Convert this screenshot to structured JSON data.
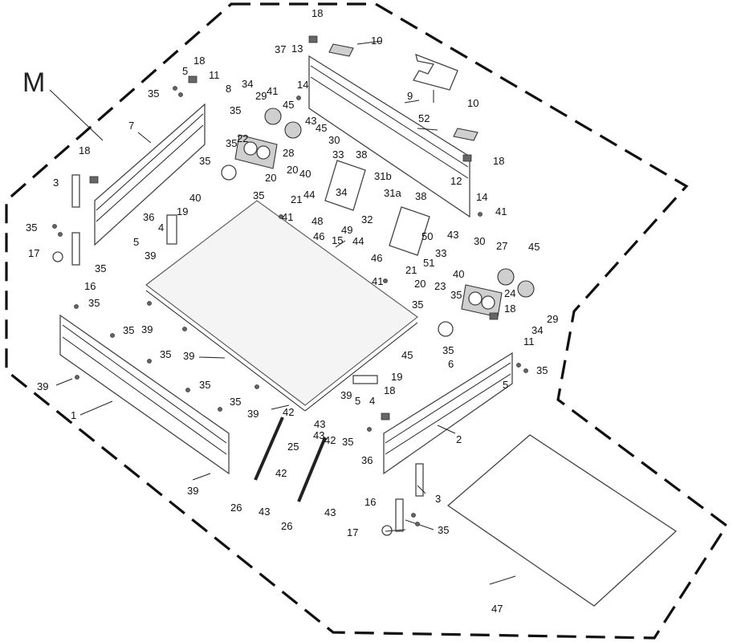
{
  "figure_letter": "M",
  "labels": {
    "l1": "1",
    "l2": "2",
    "l3a": "3",
    "l3b": "3",
    "l4a": "4",
    "l4b": "4",
    "l5a": "5",
    "l5b": "5",
    "l5c": "5",
    "l5d": "5",
    "l6": "6",
    "l7": "7",
    "l8": "8",
    "l9": "9",
    "l10a": "10",
    "l10b": "10",
    "l11a": "11",
    "l11b": "11",
    "l12": "12",
    "l13": "13",
    "l14a": "14",
    "l14b": "14",
    "l15": "15",
    "l16a": "16",
    "l16b": "16",
    "l17a": "17",
    "l17b": "17",
    "l18a": "18",
    "l18b": "18",
    "l18c": "18",
    "l18d": "18",
    "l18e": "18",
    "l18f": "18",
    "l19a": "19",
    "l19b": "19",
    "l20a": "20",
    "l20b": "20",
    "l20c": "20",
    "l21a": "21",
    "l21b": "21",
    "l22": "22",
    "l23": "23",
    "l24": "24",
    "l25": "25",
    "l26a": "26",
    "l26b": "26",
    "l27": "27",
    "l28": "28",
    "l29a": "29",
    "l29b": "29",
    "l30a": "30",
    "l30b": "30",
    "l31a": "31a",
    "l31b": "31b",
    "l32": "32",
    "l33a": "33",
    "l33b": "33",
    "l34a": "34",
    "l34b": "34",
    "l34c": "34",
    "l35a": "35",
    "l35b": "35",
    "l35c": "35",
    "l35d": "35",
    "l35e": "35",
    "l35f": "35",
    "l35g": "35",
    "l35h": "35",
    "l35i": "35",
    "l35j": "35",
    "l35k": "35",
    "l35l": "35",
    "l35m": "35",
    "l35n": "35",
    "l35o": "35",
    "l35p": "35",
    "l35q": "35",
    "l36a": "36",
    "l36b": "36",
    "l37": "37",
    "l38a": "38",
    "l38b": "38",
    "l39a": "39",
    "l39b": "39",
    "l39c": "39",
    "l39d": "39",
    "l39e": "39",
    "l39f": "39",
    "l39g": "39",
    "l40a": "40",
    "l40b": "40",
    "l40c": "40",
    "l41a": "41",
    "l41b": "41",
    "l41c": "41",
    "l41d": "41",
    "l42a": "42",
    "l42b": "42",
    "l42c": "42",
    "l43a": "43",
    "l43b": "43",
    "l43c": "43",
    "l43d": "43",
    "l43e": "43",
    "l43f": "43",
    "l44a": "44",
    "l44b": "44",
    "l45a": "45",
    "l45b": "45",
    "l45c": "45",
    "l45d": "45",
    "l46a": "46",
    "l46b": "46",
    "l47": "47",
    "l48": "48",
    "l49": "49",
    "l50": "50",
    "l51": "51",
    "l52": "52"
  }
}
